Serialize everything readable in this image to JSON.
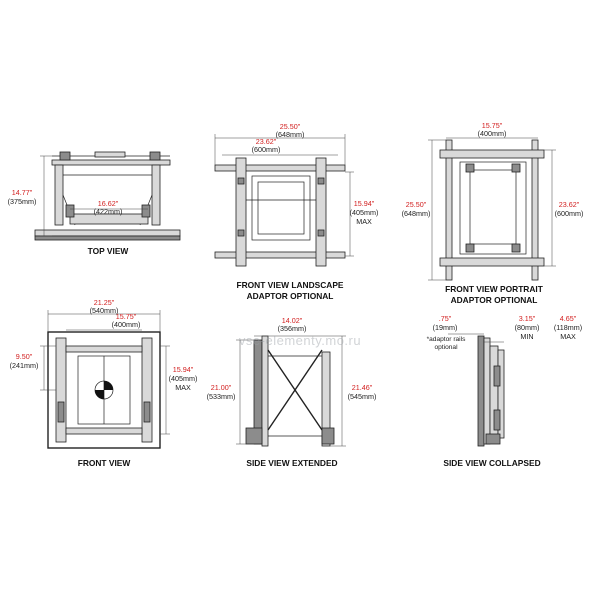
{
  "watermark": "vse-elementy.mo.ru",
  "top_view": {
    "caption": "TOP VIEW",
    "height_in": "14.77\"",
    "height_mm": "(375mm)",
    "width_in": "16.62\"",
    "width_mm": "(422mm)"
  },
  "front_landscape": {
    "caption_line1": "FRONT VIEW LANDSCAPE",
    "caption_line2": "ADAPTOR OPTIONAL",
    "outer_in": "25.50\"",
    "outer_mm": "(648mm)",
    "inner_in": "23.62\"",
    "inner_mm": "(600mm)",
    "height_in": "15.94\"",
    "height_mm": "(405mm)",
    "height_note": "MAX"
  },
  "front_portrait": {
    "caption_line1": "FRONT VIEW PORTRAIT",
    "caption_line2": "ADAPTOR OPTIONAL",
    "width_in": "15.75\"",
    "width_mm": "(400mm)",
    "left_in": "25.50\"",
    "left_mm": "(648mm)",
    "right_in": "23.62\"",
    "right_mm": "(600mm)"
  },
  "front_view": {
    "caption": "FRONT VIEW",
    "outer_in": "21.25\"",
    "outer_mm": "(540mm)",
    "inner_in": "15.75\"",
    "inner_mm": "(400mm)",
    "left_in": "9.50\"",
    "left_mm": "(241mm)",
    "right_in": "15.94\"",
    "right_mm": "(405mm)",
    "right_note": "MAX"
  },
  "side_extended": {
    "caption": "SIDE VIEW EXTENDED",
    "depth_in": "14.02\"",
    "depth_mm": "(356mm)",
    "left_in": "21.00\"",
    "left_mm": "(533mm)",
    "right_in": "21.46\"",
    "right_mm": "(545mm)"
  },
  "side_collapsed": {
    "caption": "SIDE VIEW COLLAPSED",
    "a_in": ".75\"",
    "a_mm": "(19mm)",
    "a_note1": "*adaptor rails",
    "a_note2": "optional",
    "b_in": "3.15\"",
    "b_mm": "(80mm)",
    "b_note": "MIN",
    "c_in": "4.65\"",
    "c_mm": "(118mm)",
    "c_note": "MAX"
  }
}
